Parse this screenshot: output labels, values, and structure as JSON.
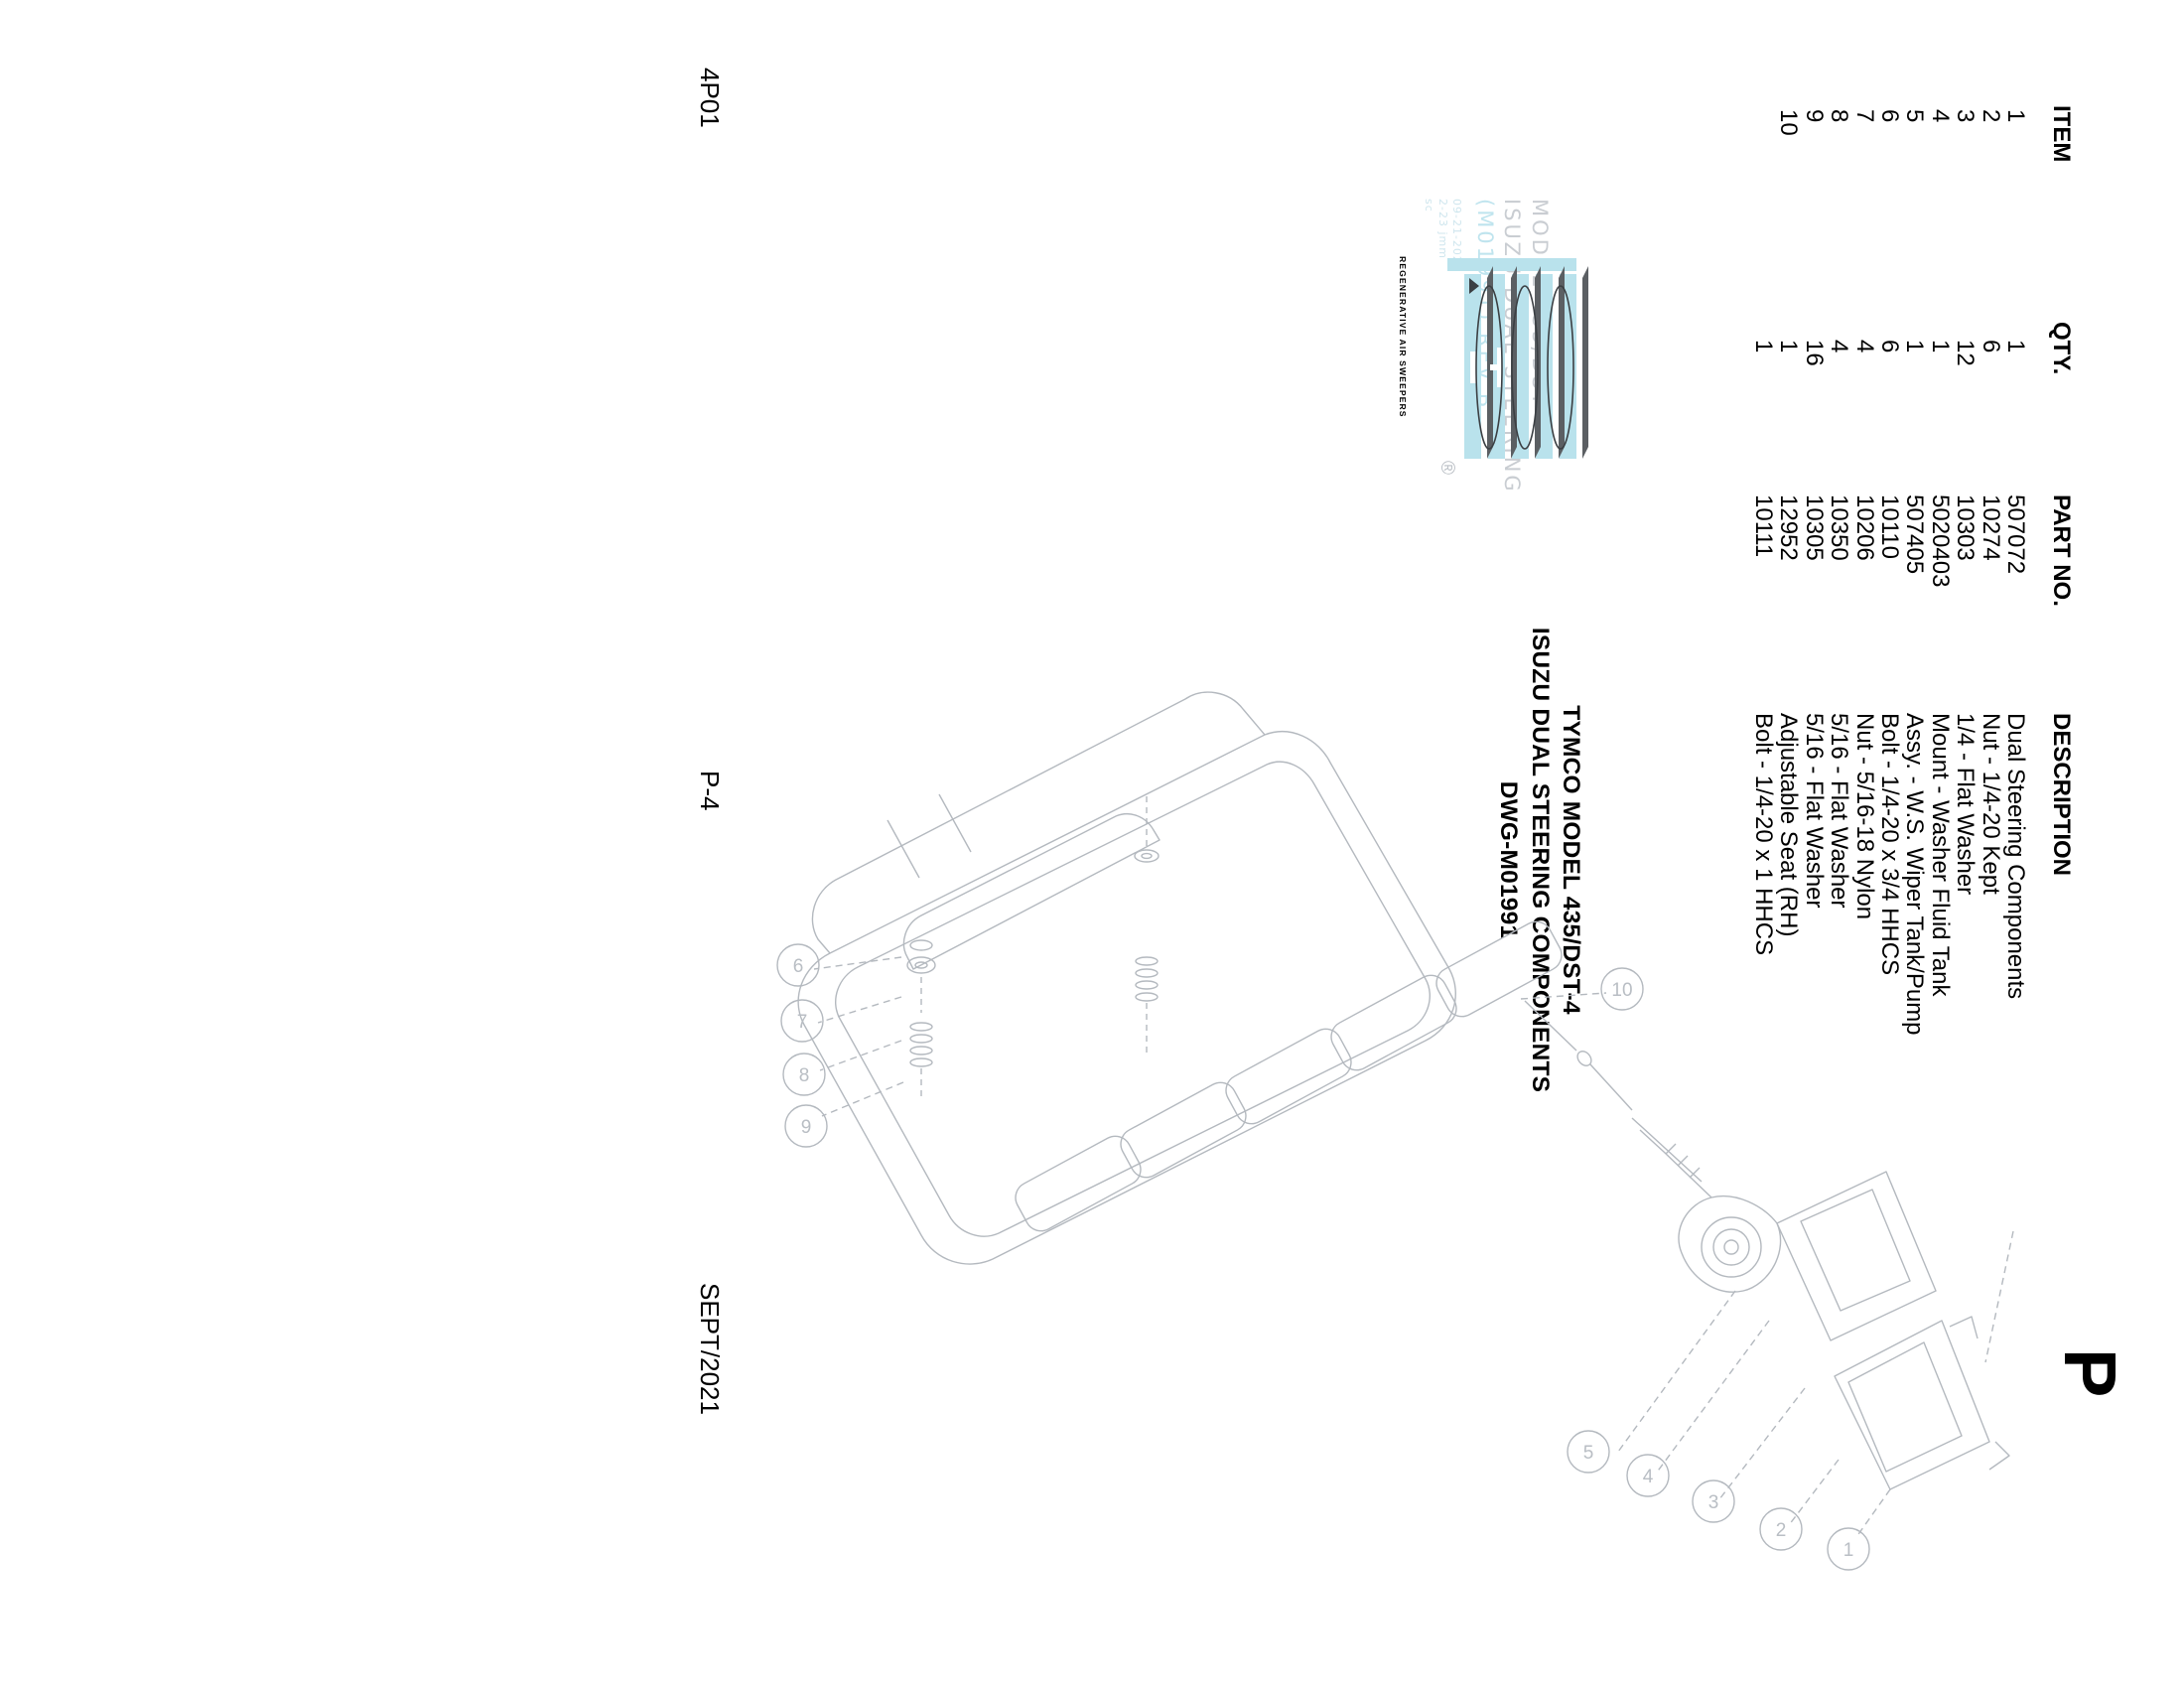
{
  "page": {
    "letter": "P",
    "footer_left": "4P01",
    "footer_center": "P-4",
    "footer_right": "SEPT/2021"
  },
  "title_block": {
    "line1": "TYMCO MODEL 435/DST-4",
    "line2": "ISUZU DUAL STEERING COMPONENTS",
    "line3": "DWG-M01991"
  },
  "drawing_stamp": {
    "line1": "MODEL 435/DST-4",
    "line2": "ISUZU DUAL STEERING",
    "line3": "(M01991) REV B",
    "number_line1": "09-21-2020",
    "number_line2": "2-23 jmm",
    "number_line3": "sc"
  },
  "logo": {
    "wordmark": "TYMCO",
    "tagline": "REGENERATIVE AIR SWEEPERS",
    "registered": "®",
    "color_light": "#b9e2ec",
    "color_dark": "#5b5f63"
  },
  "table": {
    "headers": {
      "item": "ITEM",
      "qty": "QTY.",
      "part": "PART NO.",
      "desc": "DESCRIPTION"
    },
    "rows": [
      {
        "item": "1",
        "qty": "1",
        "part": "507072",
        "desc": "Dual Steering Components"
      },
      {
        "item": "2",
        "qty": "6",
        "part": "10274",
        "desc": "Nut - 1/4-20 Kept"
      },
      {
        "item": "3",
        "qty": "12",
        "part": "10303",
        "desc": "1/4 - Flat Washer"
      },
      {
        "item": "4",
        "qty": "1",
        "part": "5020403",
        "desc": "Mount - Washer Fluid Tank"
      },
      {
        "item": "5",
        "qty": "1",
        "part": "507405",
        "desc": "Assy. - W.S. Wiper Tank/Pump"
      },
      {
        "item": "6",
        "qty": "6",
        "part": "10110",
        "desc": "Bolt - 1/4-20 x 3/4 HHCS"
      },
      {
        "item": "7",
        "qty": "4",
        "part": "10206",
        "desc": "Nut - 5/16-18 Nylon"
      },
      {
        "item": "8",
        "qty": "4",
        "part": "10350",
        "desc": "5/16 - Flat Washer"
      },
      {
        "item": "9",
        "qty": "16",
        "part": "10305",
        "desc": "5/16 - Flat Washer"
      },
      {
        "item": "10",
        "qty": "1",
        "part": "12952",
        "desc": "Adjustable Seat (RH)"
      },
      {
        "item": "",
        "qty": "1",
        "part": "10111",
        "desc": "Bolt - 1/4-20 x 1 HHCS"
      }
    ]
  },
  "callouts": {
    "upper": [
      "1",
      "2",
      "3",
      "4",
      "5",
      "10"
    ],
    "lower": [
      "6",
      "7",
      "8",
      "9"
    ]
  }
}
